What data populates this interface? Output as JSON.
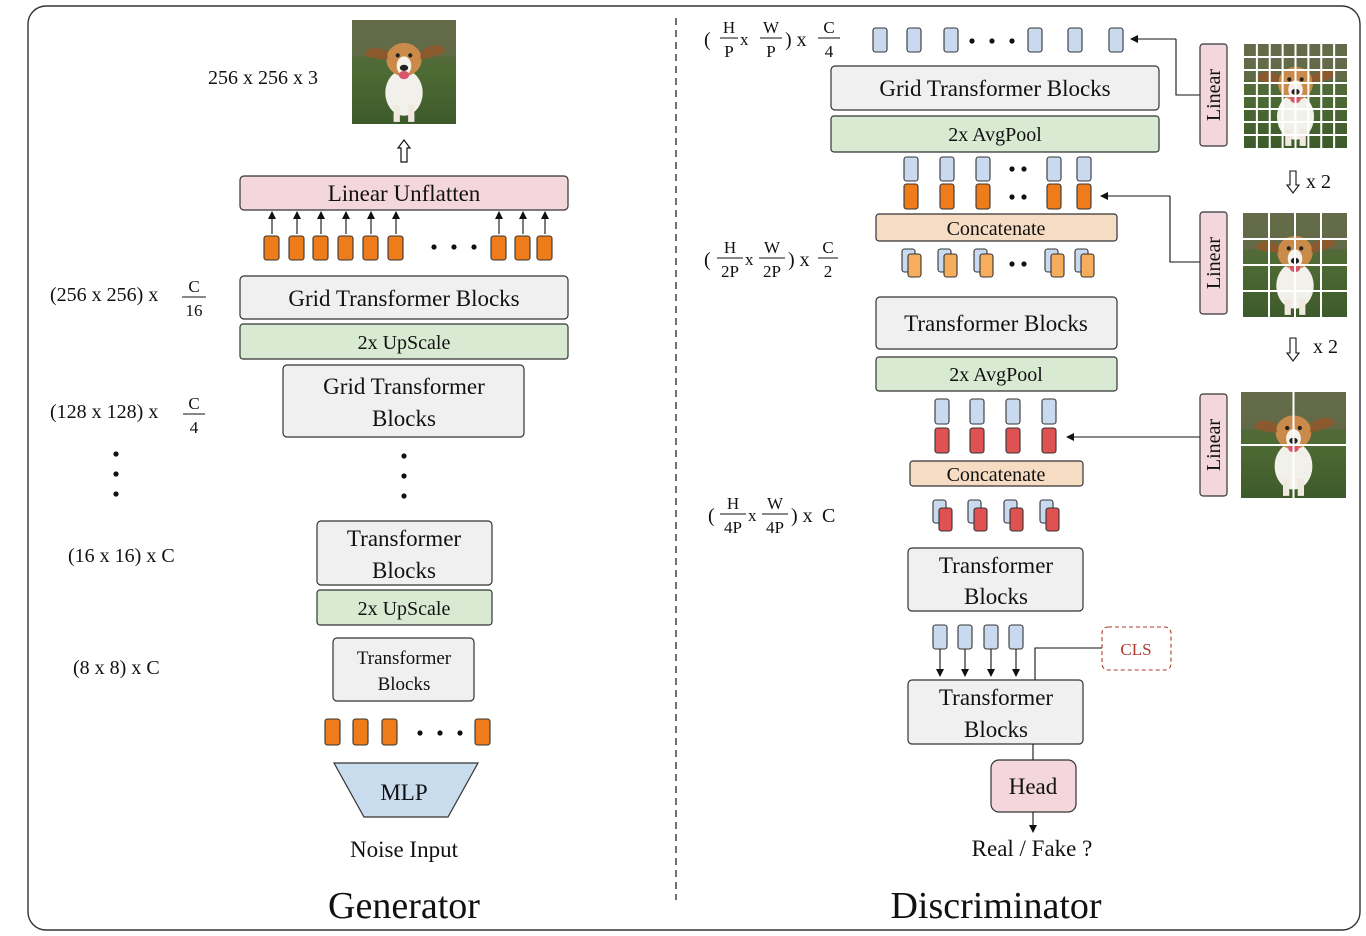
{
  "generator": {
    "title": "Generator",
    "output_label": "256 x 256 x 3",
    "linear_unflatten": "Linear Unflatten",
    "grid_block_1": "Grid Transformer Blocks",
    "upscale_1": "2x UpScale",
    "grid_block_2_line1": "Grid Transformer",
    "grid_block_2_line2": "Blocks",
    "transformer_block_1_line1": "Transformer",
    "transformer_block_1_line2": "Blocks",
    "upscale_2": "2x UpScale",
    "transformer_block_2_line1": "Transformer",
    "transformer_block_2_line2": "Blocks",
    "mlp": "MLP",
    "noise_input": "Noise Input",
    "dims": {
      "d1_prefix": "(256 x 256) x",
      "d1_num": "C",
      "d1_den": "16",
      "d2_prefix": "(128 x 128) x",
      "d2_num": "C",
      "d2_den": "4",
      "d3": "(16 x 16) x C",
      "d4": "(8 x 8) x C"
    }
  },
  "discriminator": {
    "title": "Discriminator",
    "grid_block": "Grid Transformer Blocks",
    "avgpool_1": "2x AvgPool",
    "concatenate_1": "Concatenate",
    "transformer_block_1": "Transformer Blocks",
    "avgpool_2": "2x AvgPool",
    "concatenate_2": "Concatenate",
    "transformer_block_2_line1": "Transformer",
    "transformer_block_2_line2": "Blocks",
    "transformer_block_3_line1": "Transformer",
    "transformer_block_3_line2": "Blocks",
    "cls": "CLS",
    "head": "Head",
    "output": "Real / Fake ?",
    "linear_1": "Linear",
    "linear_2": "Linear",
    "linear_3": "Linear",
    "scale_1": "x 2",
    "scale_2": "x 2",
    "dims": {
      "r1_h": "H",
      "r1_p": "P",
      "r1_w": "W",
      "r1_p2": "P",
      "r1_c": "C",
      "r1_cden": "4",
      "r2_h": "H",
      "r2_p": "2P",
      "r2_w": "W",
      "r2_p2": "2P",
      "r2_c": "C",
      "r2_cden": "2",
      "r3_h": "H",
      "r3_p": "4P",
      "r3_w": "W",
      "r3_p2": "4P",
      "r3_tail": "C"
    }
  },
  "colors": {
    "gray_box": "#f0f0f0",
    "green_box": "#d9ead3",
    "pink_box": "#f4d7dc",
    "peach_box": "#f7dcc4",
    "blue_token": "#c9daf0",
    "orange_token": "#ef7c1a",
    "light_orange_token": "#f6ad5e",
    "red_token": "#e05252",
    "mlp_fill": "#c9dcee",
    "cls_border": "#b03a2e"
  }
}
